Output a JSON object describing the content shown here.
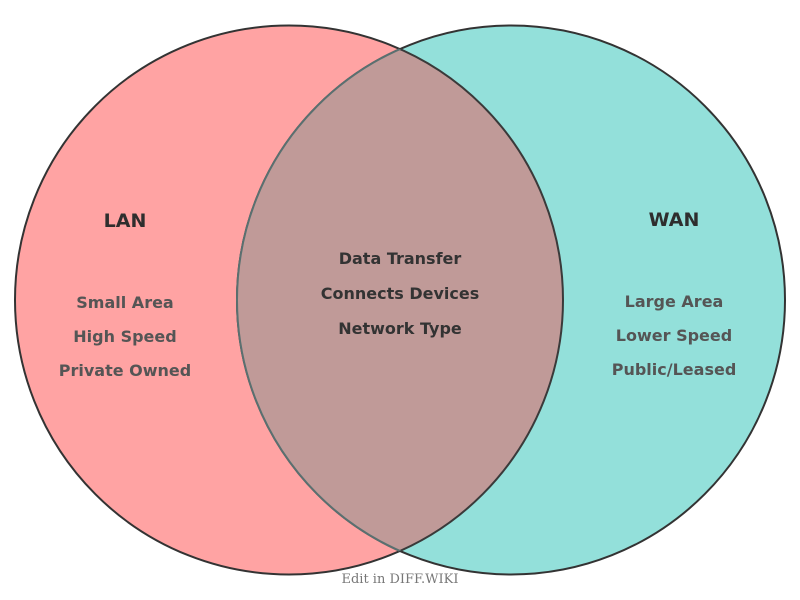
{
  "diagram": {
    "type": "venn",
    "left": {
      "title": "LAN",
      "items": [
        "Small Area",
        "High Speed",
        "Private Owned"
      ],
      "color": "#ffa3a3"
    },
    "right": {
      "title": "WAN",
      "items": [
        "Large Area",
        "Lower Speed",
        "Public/Leased"
      ],
      "color": "#93e0da"
    },
    "intersection": {
      "items": [
        "Data Transfer",
        "Connects Devices",
        "Network Type"
      ],
      "color": "#c09a98"
    },
    "stroke_color": "#333333"
  },
  "footer": {
    "text": "Edit in DIFF.WIKI"
  }
}
